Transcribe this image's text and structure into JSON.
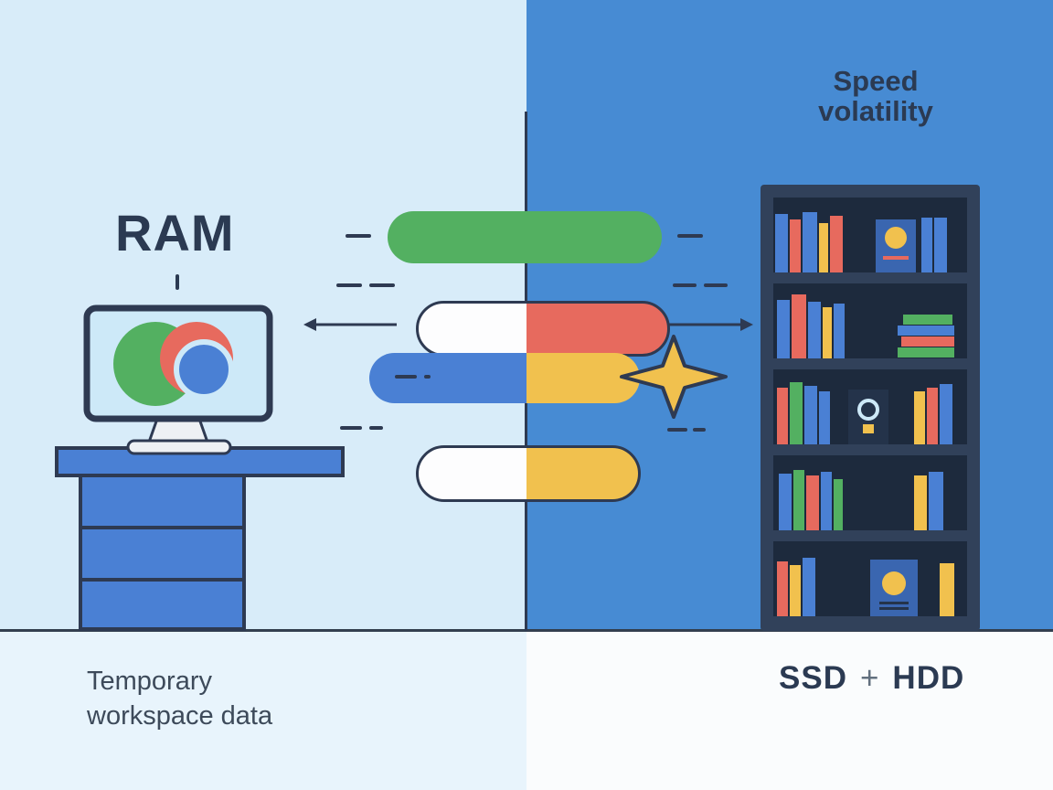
{
  "scene": {
    "left_label": "RAM",
    "right_top_label_line1": "Speed",
    "right_top_label_line2": "volatility",
    "left_caption_line1": "Temporary",
    "left_caption_line2": "workspace data",
    "right_caption": {
      "ssd": "SSD",
      "plus": "+",
      "hdd": "HDD"
    }
  },
  "icons": [
    "monitor-icon",
    "desk-icon",
    "bookshelf-icon",
    "star-icon",
    "arrow-left-icon",
    "arrow-right-icon",
    "transfer-pill"
  ],
  "colors": {
    "left-bg": "#d8ecf9",
    "right-bg": "#478bd3",
    "bottom-left-bg": "#e8f4fc",
    "bottom-right-bg": "#fafcfd",
    "outline": "#2e3a52",
    "ink": "#2b3a52",
    "muted": "#3d4a5a",
    "plus-gray": "#62707f",
    "ground": "#333f4f",
    "green": "#53b061",
    "red": "#e76a5e",
    "yellow": "#f1c14e",
    "blue": "#4a80d4",
    "pill-white": "#fdfdfe",
    "screen-bg": "#cde9f8",
    "stand": "#eef1f4",
    "shelf-frame": "#31415a",
    "shelf-dark": "#1d2a3d",
    "ornament-blue": "#3a66b0",
    "box-dark": "#24334a"
  }
}
